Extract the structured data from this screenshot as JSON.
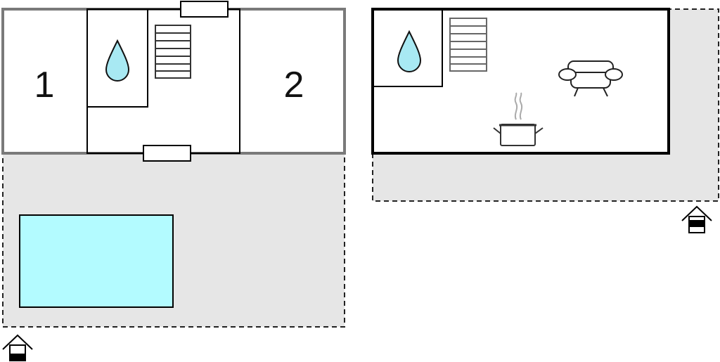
{
  "floor_plan": {
    "upper_floor": {
      "rooms": [
        {
          "label": "1",
          "type": "bedroom"
        },
        {
          "label": "2",
          "type": "bedroom"
        },
        {
          "type": "bathroom",
          "icon": "water-drop-icon"
        },
        {
          "type": "stairwell",
          "icon": "stairs-icon"
        }
      ],
      "doors": [
        "door-top",
        "door-bottom"
      ],
      "outdoor": {
        "type": "terrace",
        "features": [
          "pool"
        ]
      },
      "entrance_icon": "house-entrance-icon"
    },
    "ground_floor": {
      "rooms": [
        {
          "type": "bathroom",
          "icon": "water-drop-icon"
        },
        {
          "type": "stairwell",
          "icon": "stairs-icon"
        },
        {
          "type": "living-area",
          "icons": [
            "sofa-icon",
            "cooking-pot-icon"
          ]
        }
      ],
      "outdoor": {
        "type": "terrace"
      },
      "entrance_icon": "house-entrance-icon"
    }
  },
  "colors": {
    "terrace_fill": "#e6e6e6",
    "pool_fill": "#b3fbff",
    "water_drop_fill": "#a8e9f3",
    "wall_dark": "#000000",
    "wall_grey": "#7a7a7a",
    "icon_grey": "#555555"
  }
}
